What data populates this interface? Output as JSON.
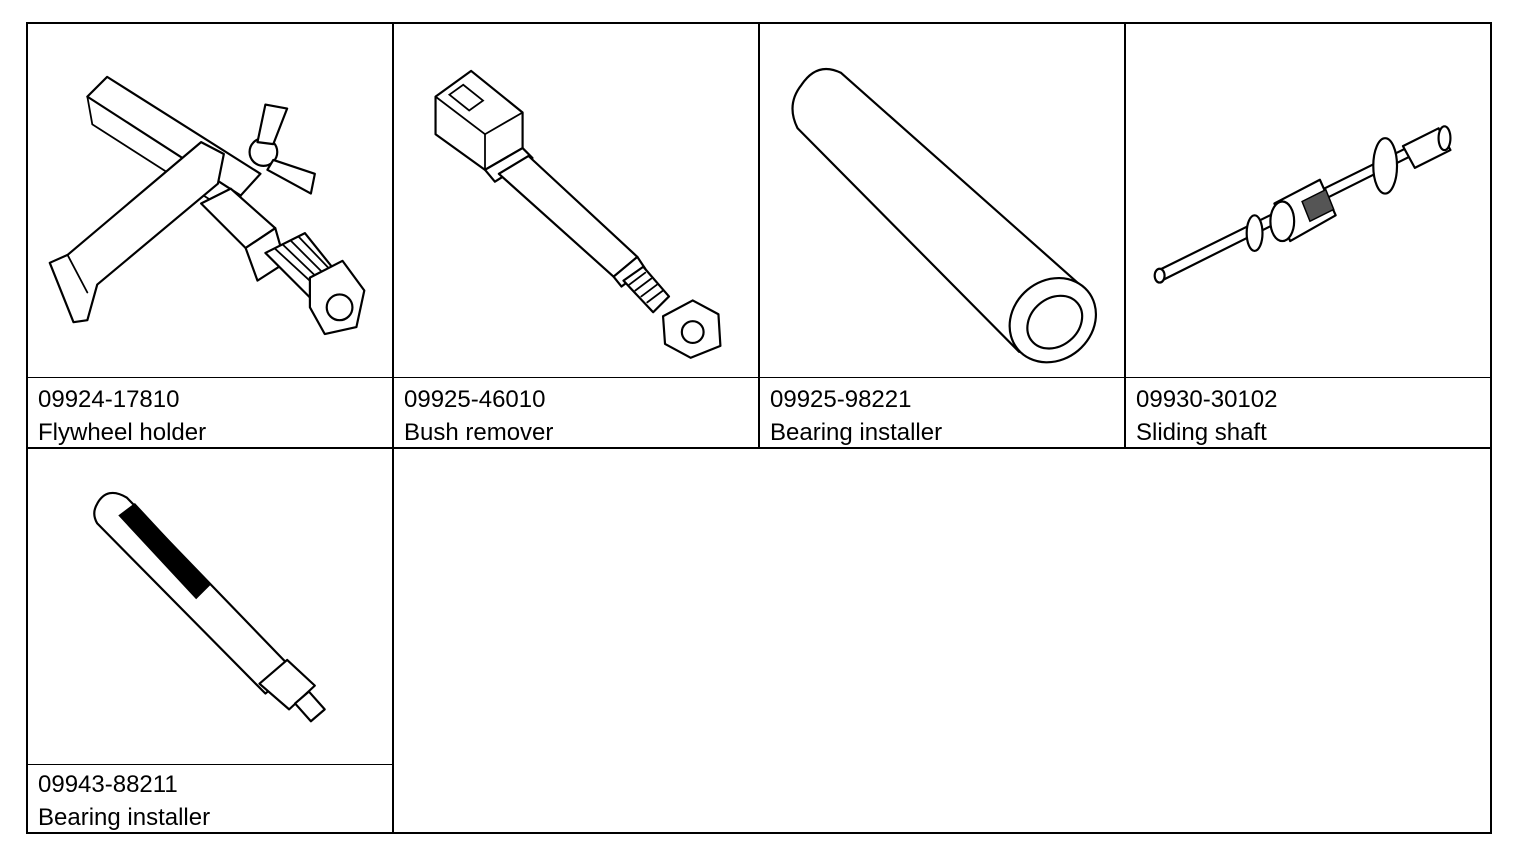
{
  "tools": [
    {
      "part_number": "09924-17810",
      "name": "Flywheel holder",
      "icon": "flywheel-holder-icon"
    },
    {
      "part_number": "09925-46010",
      "name": "Bush remover",
      "icon": "bush-remover-icon"
    },
    {
      "part_number": "09925-98221",
      "name": "Bearing installer",
      "icon": "bearing-installer-icon"
    },
    {
      "part_number": "09930-30102",
      "name": "Sliding shaft",
      "icon": "sliding-shaft-icon"
    },
    {
      "part_number": "09943-88211",
      "name": "Bearing installer",
      "icon": "bearing-installer-icon"
    }
  ]
}
